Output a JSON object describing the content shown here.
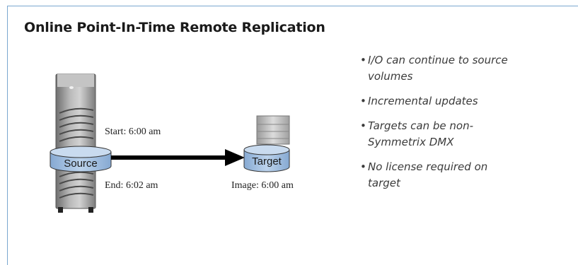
{
  "title": "Online Point-In-Time Remote Replication",
  "diagram": {
    "source_label": "Source",
    "target_label": "Target",
    "start_label": "Start: 6:00 am",
    "end_label": "End: 6:02 am",
    "image_label": "Image: 6:00 am"
  },
  "bullets": [
    "I/O can continue to source volumes",
    "Incremental updates",
    "Targets can be non-Symmetrix DMX",
    "No license required on target"
  ],
  "colors": {
    "frame_border": "#7aa7cf",
    "cylinder_fill": "#a7c4e3",
    "arrow": "#000000"
  }
}
